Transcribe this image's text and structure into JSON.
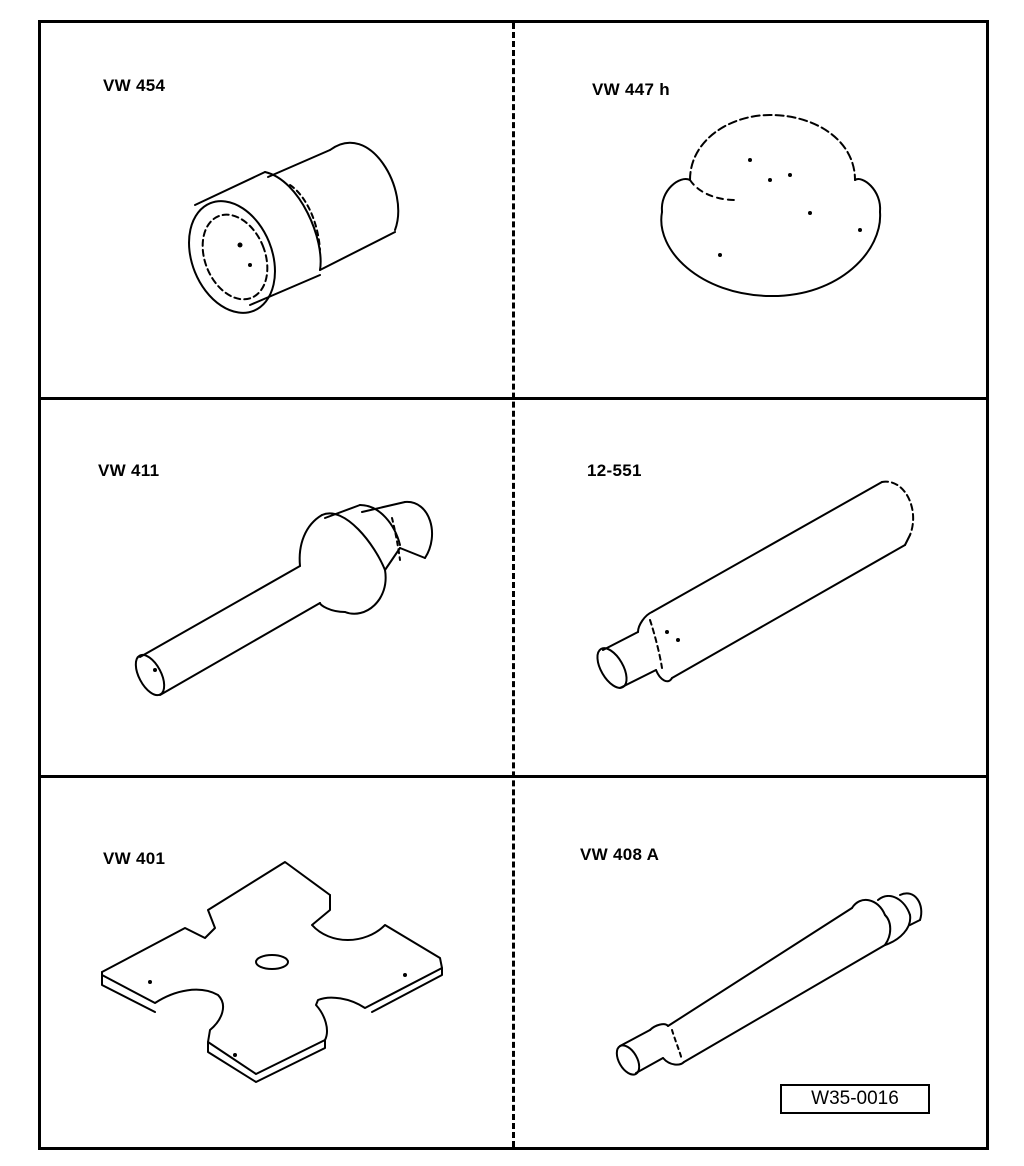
{
  "panels": [
    {
      "label": "VW 454",
      "icon": "sleeve-drift-icon"
    },
    {
      "label": "VW 447 h",
      "icon": "cup-thrust-plate-icon"
    },
    {
      "label": "VW 411",
      "icon": "stepped-drift-rod-icon"
    },
    {
      "label": "12-551",
      "icon": "long-drift-rod-icon"
    },
    {
      "label": "VW 401",
      "icon": "cross-thrust-plate-icon"
    },
    {
      "label": "VW 408 A",
      "icon": "slim-drift-rod-icon"
    }
  ],
  "reference": "W35-0016"
}
